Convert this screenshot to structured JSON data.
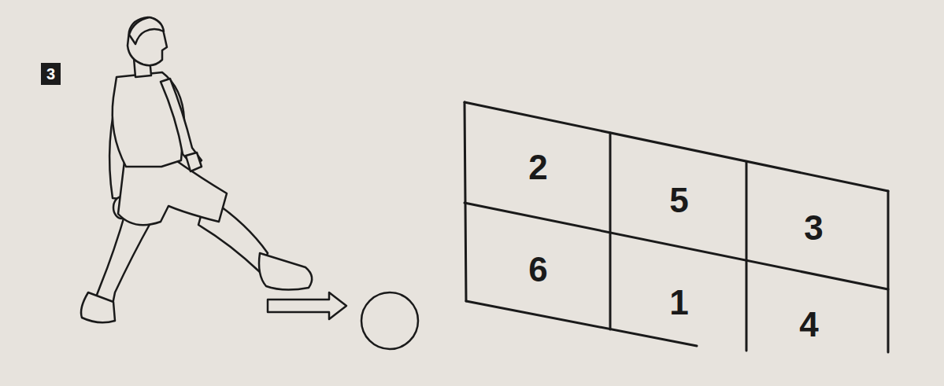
{
  "diagram": {
    "nodes": [
      {
        "text": [
          "3"
        ]
      },
      {
        "text": [
          "2"
        ]
      },
      {
        "text": [
          "5"
        ]
      },
      {
        "text": [
          "3"
        ]
      },
      {
        "text": [
          "6"
        ]
      },
      {
        "text": [
          "1"
        ]
      },
      {
        "text": [
          "4"
        ]
      }
    ]
  }
}
